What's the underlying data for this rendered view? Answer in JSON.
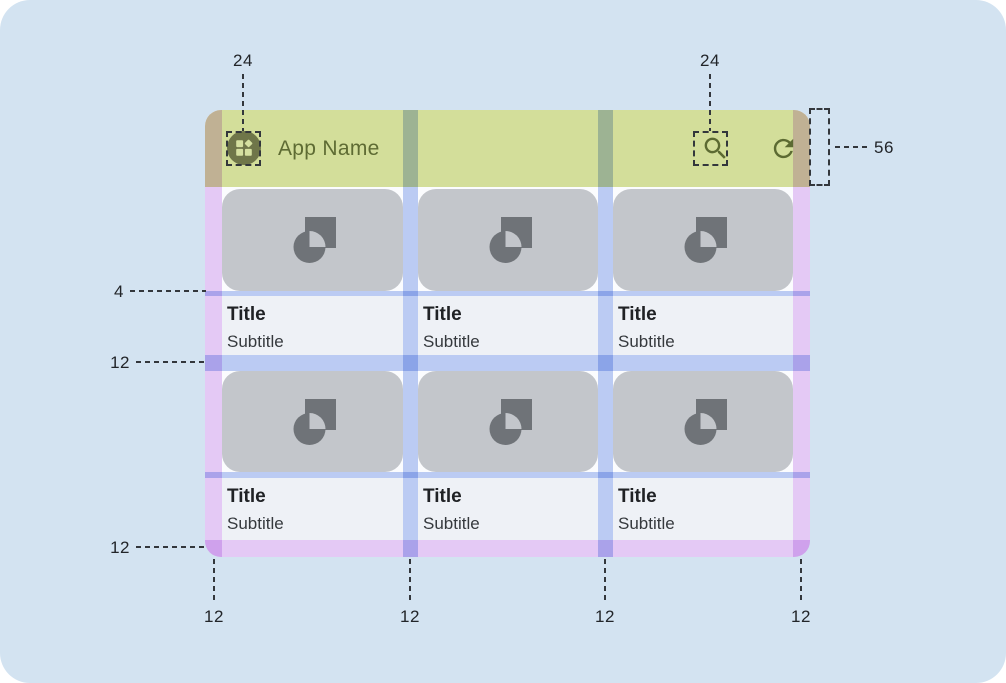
{
  "appbar": {
    "title": "App Name",
    "logo_icon": "app-grid-icon",
    "search_icon": "search-icon",
    "refresh_icon": "refresh-icon"
  },
  "cards": [
    {
      "title": "Title",
      "subtitle": "Subtitle"
    },
    {
      "title": "Title",
      "subtitle": "Subtitle"
    },
    {
      "title": "Title",
      "subtitle": "Subtitle"
    },
    {
      "title": "Title",
      "subtitle": "Subtitle"
    },
    {
      "title": "Title",
      "subtitle": "Subtitle"
    },
    {
      "title": "Title",
      "subtitle": "Subtitle"
    }
  ],
  "annotations": {
    "logo_size": "24",
    "search_size": "24",
    "appbar_height": "56",
    "image_text_gap": "4",
    "row_gap": "12",
    "bottom_margin": "12",
    "left_margin": "12",
    "gutter_1": "12",
    "gutter_2": "12",
    "right_margin": "12"
  },
  "colors": {
    "page_background": "#D3E3F1",
    "appbar_green": "#D3DE9A",
    "appbar_foreground": "#5E6B33",
    "margin_purple": "#E8CCF6",
    "keyline_blue": "#BECEF4",
    "card_image_gray": "#C3C6CB",
    "card_text_surface": "#EEF1F6",
    "placeholder_icon_gray": "#6F7378",
    "redline_dark": "#33373C"
  }
}
